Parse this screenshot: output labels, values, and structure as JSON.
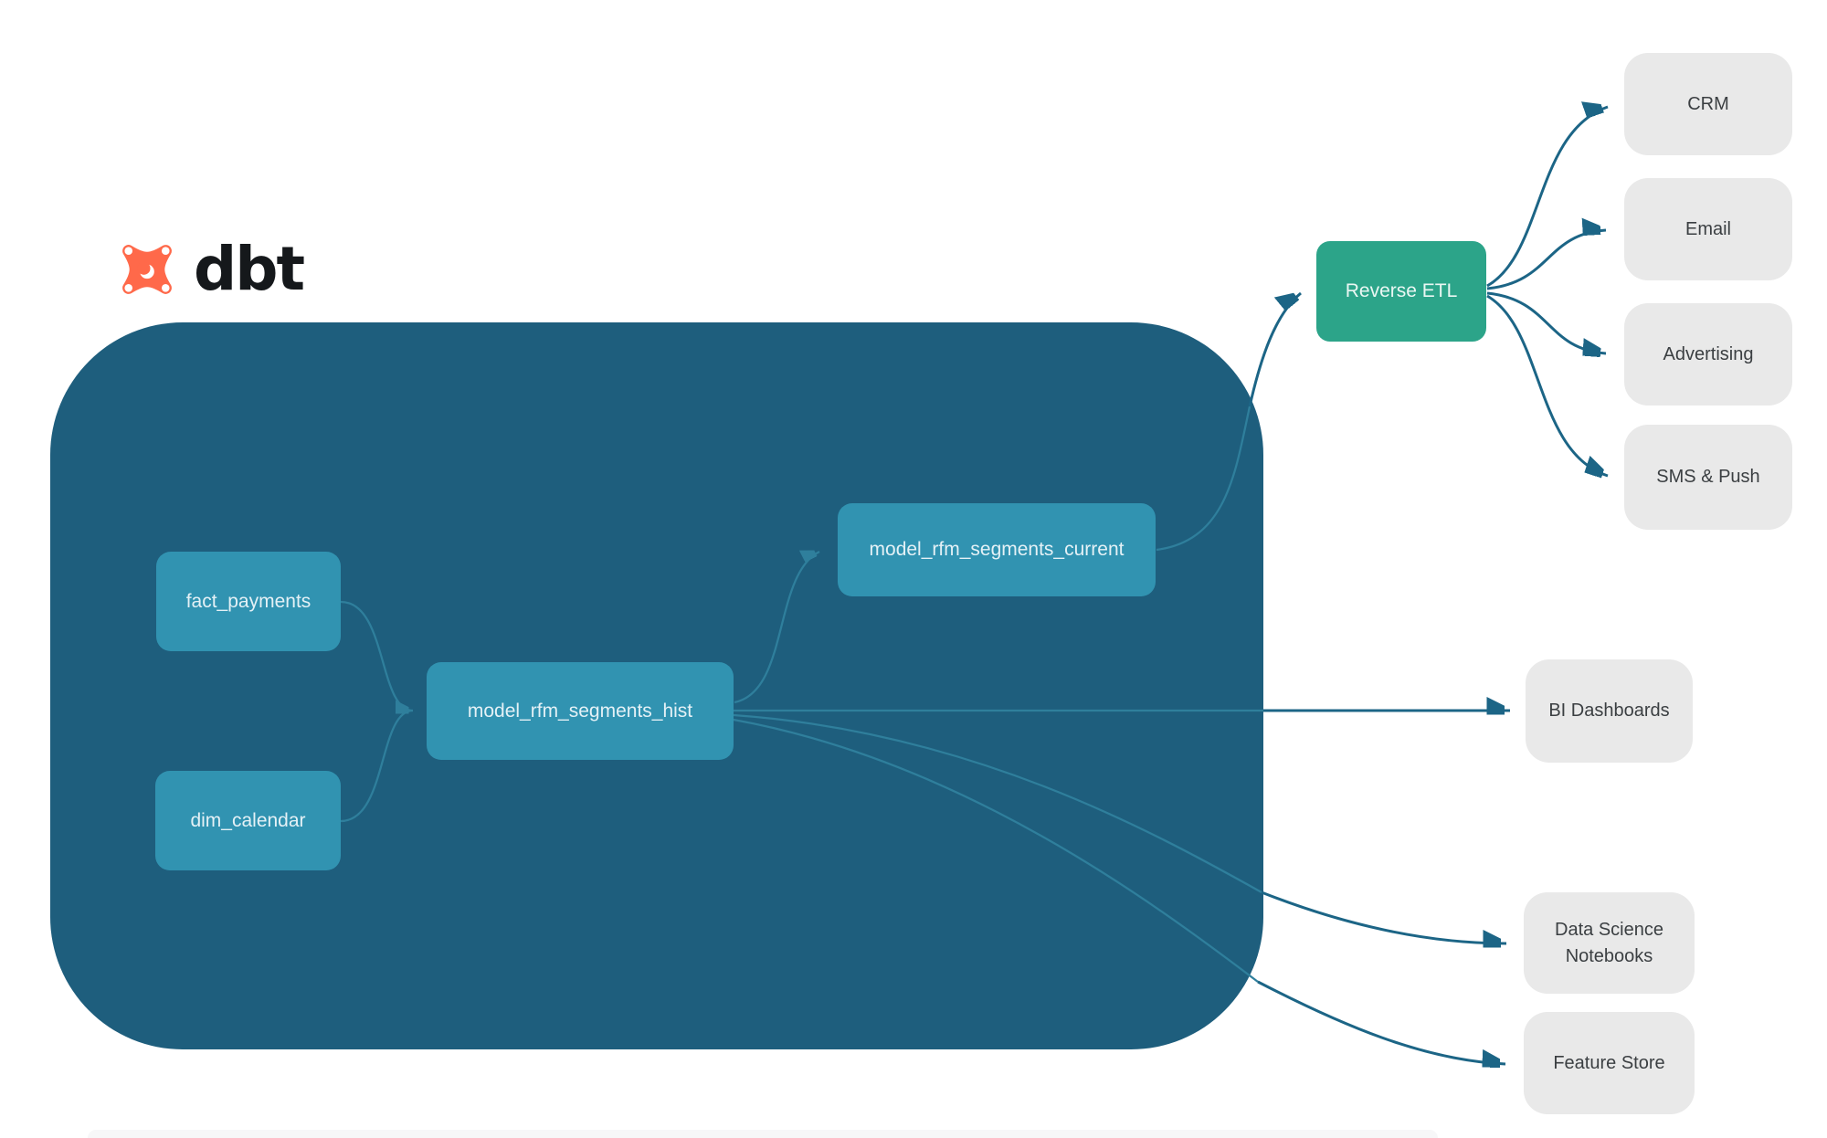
{
  "brand": {
    "wordmark": "dbt"
  },
  "palette": {
    "logo_orange": "#FF694A",
    "warehouse_container": "#1E5E7D",
    "model_node": "#3193B1",
    "reverse_etl_green": "#2CA489",
    "destination_gray": "#E9E9E9",
    "edge_inside": "#2F7F9C",
    "edge_outside": "#1C6586"
  },
  "nodes": {
    "fact_payments": {
      "label": "fact_payments"
    },
    "dim_calendar": {
      "label": "dim_calendar"
    },
    "model_rfm_segments_hist": {
      "label": "model_rfm_segments_hist"
    },
    "model_rfm_segments_current": {
      "label": "model_rfm_segments_current"
    },
    "reverse_etl": {
      "label": "Reverse ETL"
    },
    "crm": {
      "label": "CRM"
    },
    "email": {
      "label": "Email"
    },
    "advertising": {
      "label": "Advertising"
    },
    "sms_push": {
      "label": "SMS & Push"
    },
    "bi_dashboards": {
      "label": "BI Dashboards"
    },
    "data_science_notebooks": {
      "label": "Data Science Notebooks"
    },
    "feature_store": {
      "label": "Feature Store"
    }
  },
  "edges": [
    {
      "from": "fact_payments",
      "to": "model_rfm_segments_hist"
    },
    {
      "from": "dim_calendar",
      "to": "model_rfm_segments_hist"
    },
    {
      "from": "model_rfm_segments_hist",
      "to": "model_rfm_segments_current"
    },
    {
      "from": "model_rfm_segments_current",
      "to": "reverse_etl"
    },
    {
      "from": "reverse_etl",
      "to": "crm"
    },
    {
      "from": "reverse_etl",
      "to": "email"
    },
    {
      "from": "reverse_etl",
      "to": "advertising"
    },
    {
      "from": "reverse_etl",
      "to": "sms_push"
    },
    {
      "from": "model_rfm_segments_hist",
      "to": "bi_dashboards"
    },
    {
      "from": "model_rfm_segments_hist",
      "to": "data_science_notebooks"
    },
    {
      "from": "model_rfm_segments_hist",
      "to": "feature_store"
    }
  ]
}
